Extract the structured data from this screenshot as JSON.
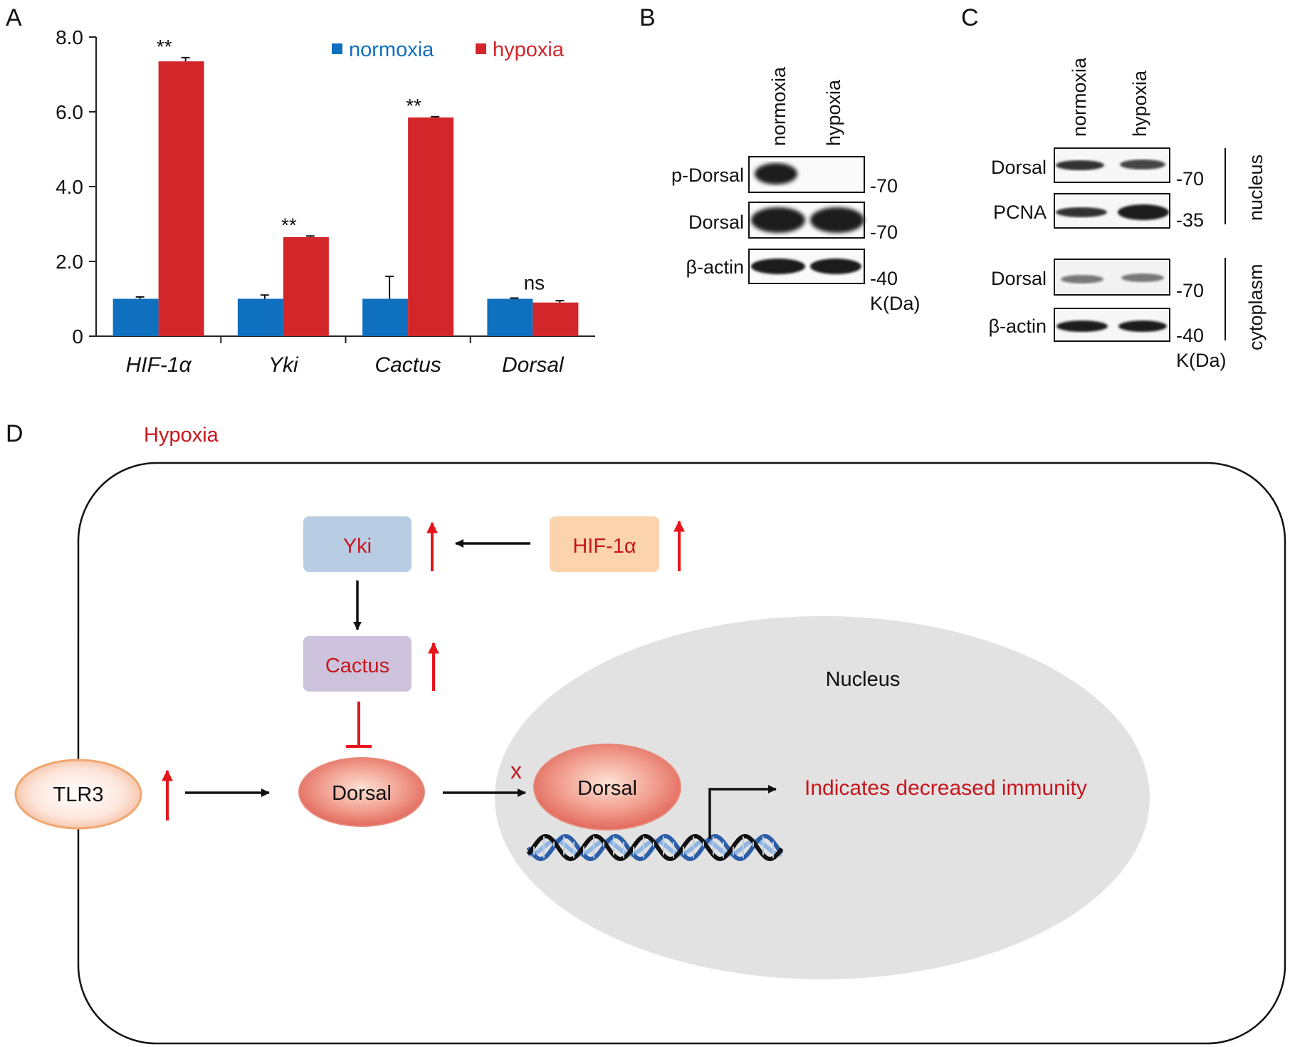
{
  "panel_letters": {
    "a": "A",
    "b": "B",
    "c": "C",
    "d": "D"
  },
  "colors": {
    "normoxia": "#1070c0",
    "hypoxia": "#d3262b",
    "red_text": "#c8161d",
    "arrow_red": "#e8141b",
    "yki_box": "#b8cde3",
    "cactus_box": "#cdc3dc",
    "hif_box": "#fbd3ad",
    "nucleus_fill": "#e2e2e2"
  },
  "chart_data": {
    "type": "bar",
    "categories": [
      "HIF-1α",
      "Yki",
      "Cactus",
      "Dorsal"
    ],
    "series": [
      {
        "name": "normoxia",
        "values": [
          1.0,
          1.0,
          1.0,
          1.0
        ],
        "errors": [
          0.05,
          0.1,
          0.6,
          0.02
        ]
      },
      {
        "name": "hypoxia",
        "values": [
          7.35,
          2.65,
          5.85,
          0.9
        ],
        "errors": [
          0.1,
          0.03,
          0.02,
          0.05
        ]
      }
    ],
    "significance": [
      "**",
      "**",
      "**",
      "ns"
    ],
    "ylim": [
      0,
      8
    ],
    "yticks": [
      "0",
      "2.0",
      "4.0",
      "6.0",
      "8.0"
    ],
    "legend_position": "top-right",
    "xlabel": "",
    "ylabel": ""
  },
  "blot_b": {
    "lanes": [
      "normoxia",
      "hypoxia"
    ],
    "rows": [
      {
        "label": "p-Dorsal",
        "marker": "-70"
      },
      {
        "label": "Dorsal",
        "marker": "-70"
      },
      {
        "label": "β-actin",
        "marker": "-40"
      }
    ],
    "unit": "K(Da)"
  },
  "blot_c": {
    "lanes": [
      "normoxia",
      "hypoxia"
    ],
    "nucleus_rows": [
      {
        "label": "Dorsal",
        "marker": "-70"
      },
      {
        "label": "PCNA",
        "marker": "-35"
      }
    ],
    "cytoplasm_rows": [
      {
        "label": "Dorsal",
        "marker": "-70"
      },
      {
        "label": "β-actin",
        "marker": "-40"
      }
    ],
    "fraction_labels": {
      "nucleus": "nucleus",
      "cytoplasm": "cytoplasm"
    },
    "unit": "K(Da)"
  },
  "diagram": {
    "condition": "Hypoxia",
    "nodes": {
      "yki": "Yki",
      "hif": "HIF-1α",
      "cactus": "Cactus",
      "tlr3": "TLR3",
      "dorsal_cyto": "Dorsal",
      "dorsal_nuc": "Dorsal",
      "nucleus": "Nucleus"
    },
    "block_mark": "x",
    "outcome": "Indicates decreased immunity"
  }
}
